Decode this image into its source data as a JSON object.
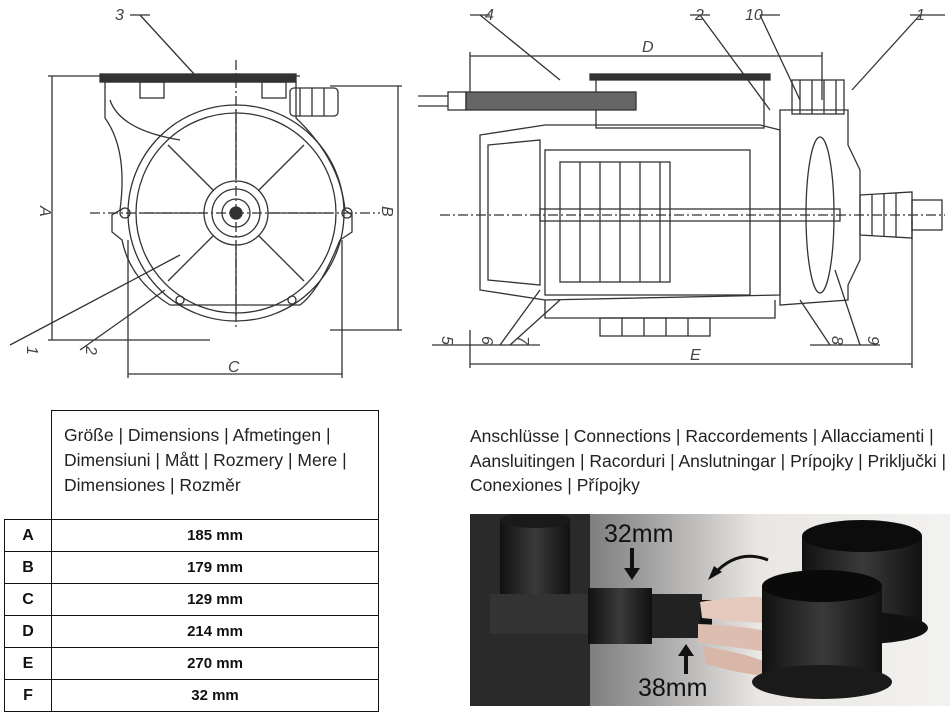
{
  "callouts": {
    "front": [
      "3",
      "A",
      "B",
      "1",
      "2",
      "C"
    ],
    "side": [
      "4",
      "D",
      "2",
      "10",
      "1",
      "5",
      "6",
      "7",
      "8",
      "9",
      "E"
    ]
  },
  "table": {
    "header": "Größe | Dimensions | Afmetingen | Dimensiuni | Mått | Rozmery | Mere | Dimensiones | Rozměr",
    "rows": [
      {
        "letter": "A",
        "value": "185 mm"
      },
      {
        "letter": "B",
        "value": "179 mm"
      },
      {
        "letter": "C",
        "value": "129 mm"
      },
      {
        "letter": "D",
        "value": "214 mm"
      },
      {
        "letter": "E",
        "value": "270 mm"
      },
      {
        "letter": "F",
        "value": "32 mm"
      }
    ]
  },
  "connections": {
    "title": "Anschlüsse | Connections | Raccordements | Allacciamenti | Aansluitingen | Racorduri | Anslutningar | Prípojky | Priključki | Conexiones | Přípojky",
    "size_small": "32mm",
    "size_large": "38mm"
  }
}
